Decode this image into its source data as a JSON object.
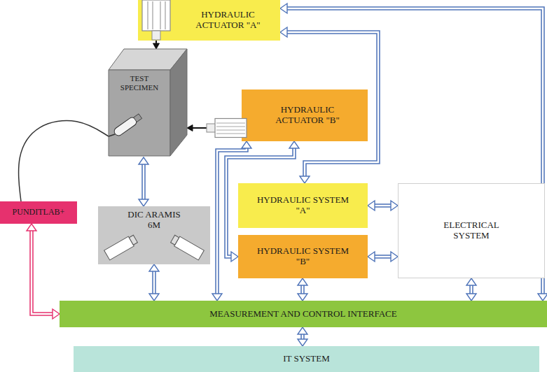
{
  "diagram": {
    "nodes": [
      {
        "text": [
          "HYDRAULIC ACTUATOR \"A\""
        ]
      },
      {
        "text": [
          "TEST SPECIMEN"
        ]
      },
      {
        "text": [
          "HYDRAULIC ACTUATOR \"B\""
        ]
      },
      {
        "text": [
          "PUNDITLAB+"
        ]
      },
      {
        "text": [
          "DIC ARAMIS 6M"
        ]
      },
      {
        "text": [
          "HYDRAULIC SYSTEM \"A\""
        ]
      },
      {
        "text": [
          "ELECTRICAL SYSTEM"
        ]
      },
      {
        "text": [
          "HYDRAULIC SYSTEM \"B\""
        ]
      },
      {
        "text": [
          "MEASUREMENT AND CONTROL INTERFACE"
        ]
      },
      {
        "text": [
          "IT SYSTEM"
        ]
      }
    ],
    "edges": [
      {
        "from": 0,
        "to": 8,
        "arrow": "both"
      },
      {
        "from": 0,
        "to": 5,
        "arrow": "both"
      },
      {
        "from": 0,
        "to": 1,
        "arrow": "to"
      },
      {
        "from": 2,
        "to": 1,
        "arrow": "to"
      },
      {
        "from": 1,
        "to": 4,
        "arrow": "both"
      },
      {
        "from": 4,
        "to": 8,
        "arrow": "both"
      },
      {
        "from": 2,
        "to": 8,
        "arrow": "both"
      },
      {
        "from": 2,
        "to": 7,
        "arrow": "both"
      },
      {
        "from": 5,
        "to": 6,
        "arrow": "both"
      },
      {
        "from": 7,
        "to": 6,
        "arrow": "both"
      },
      {
        "from": 7,
        "to": 8,
        "arrow": "both"
      },
      {
        "from": 6,
        "to": 8,
        "arrow": "both"
      },
      {
        "from": 8,
        "to": 9,
        "arrow": "both"
      },
      {
        "from": 3,
        "to": 8,
        "arrow": "both"
      },
      {
        "from": 3,
        "to": 1,
        "arrow": "none"
      }
    ]
  }
}
